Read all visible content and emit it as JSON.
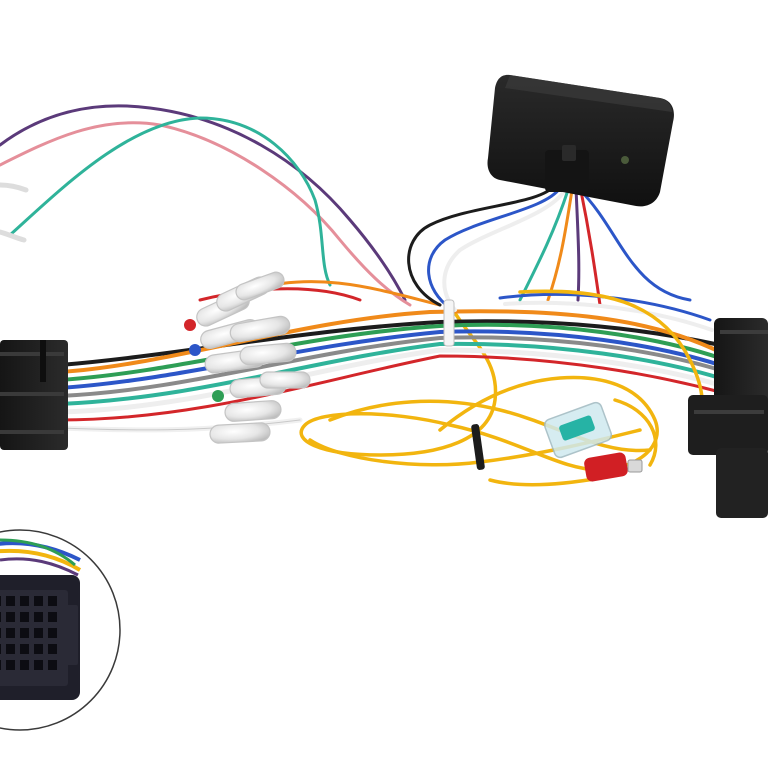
{
  "image": {
    "subject": "wiring-harness",
    "colors": {
      "background": "#ffffff",
      "plug_black": "#1c1c1c",
      "module_black": "#1a1a1a",
      "wire_yellow": "#f2b50f",
      "wire_teal": "#2fb39a",
      "wire_green": "#2e9e55",
      "wire_blue": "#2c56c8",
      "wire_purple": "#5b3a7a",
      "wire_pink": "#e58f9a",
      "wire_orange": "#f08a1a",
      "wire_red": "#d3262a",
      "wire_white": "#eeeeee",
      "wire_gray": "#8a8a8a",
      "fuse_red": "#d11f24",
      "fuse_teal": "#26b3a5"
    },
    "parts": [
      "control-module",
      "left-connector-block",
      "right-connector-block",
      "bullet-connectors",
      "inline-fuse-holder",
      "yellow-power-lead",
      "inset-connector-closeup"
    ]
  }
}
